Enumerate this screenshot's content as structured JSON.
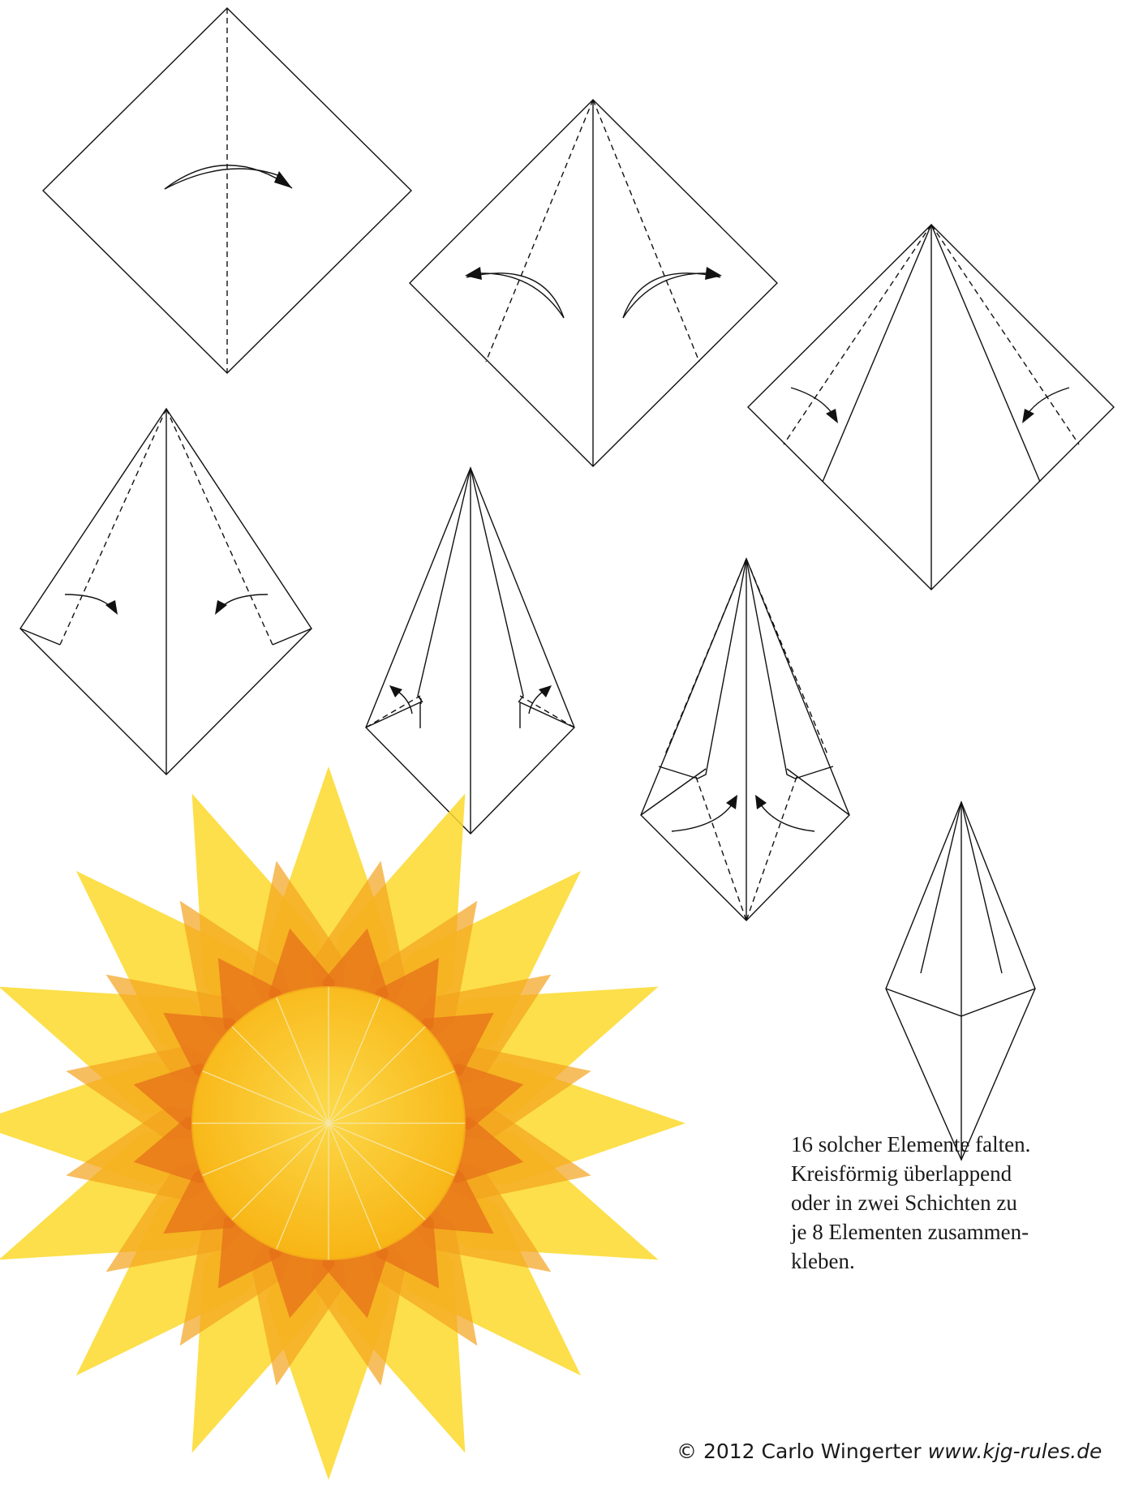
{
  "instructions": {
    "lines": [
      "16 solcher Elemente falten.",
      "Kreisförmig überlappend",
      "oder in zwei Schichten zu",
      "je 8 Elementen zusammen-",
      "kleben."
    ]
  },
  "footer": {
    "copyright": "© 2012  Carlo Wingerter",
    "url": "www.kjg-rules.de"
  },
  "colors": {
    "sun_outer": "#fbd92a",
    "sun_overlap": "#f3a21c",
    "sun_dark": "#e5701a",
    "sun_center": "#fbc318",
    "line": "#111111"
  },
  "icons": [
    "curved-fold-arrow-icon",
    "dashed-fold-line",
    "sun-star-photo"
  ]
}
